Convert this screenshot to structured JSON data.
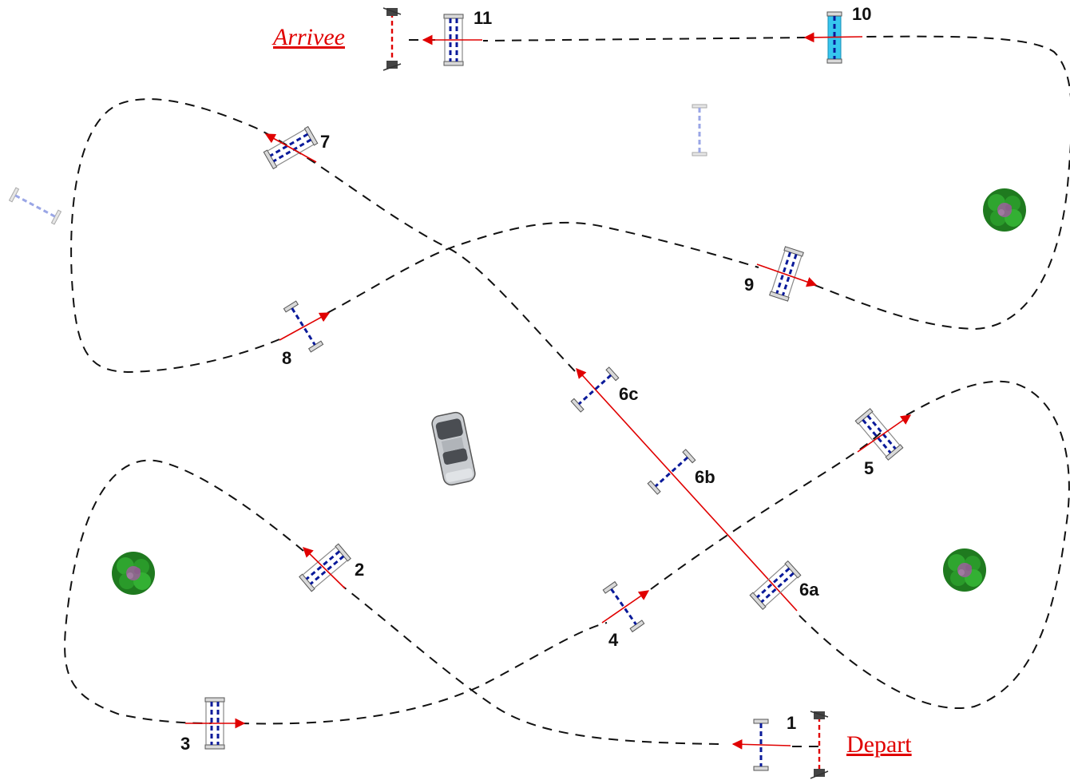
{
  "labels": {
    "start": "Depart",
    "finish": "Arrivee",
    "obstacles": [
      "1",
      "2",
      "3",
      "4",
      "5",
      "6a",
      "6b",
      "6c",
      "7",
      "8",
      "9",
      "10",
      "11"
    ]
  },
  "colors": {
    "route": "#111111",
    "direction": "#e00000",
    "pole_bar": "#0a1a9a",
    "water": "#37c6ee",
    "tree": "#1e8a1e"
  },
  "icons": [
    "car-icon",
    "tree-icon",
    "tree-icon",
    "tree-icon"
  ]
}
